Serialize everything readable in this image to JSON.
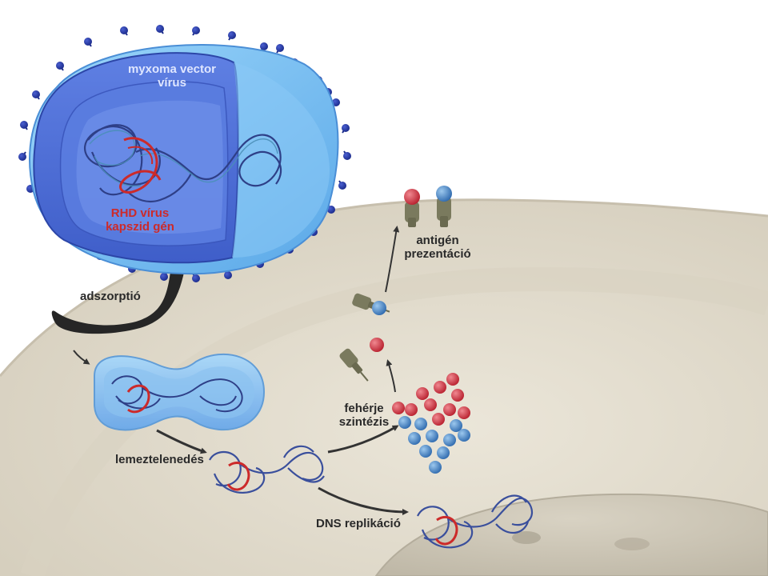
{
  "labels": {
    "virus": {
      "line1": "myxoma vector",
      "line2": "vírus"
    },
    "gene": {
      "line1": "RHD vírus",
      "line2": "kapszid gén"
    },
    "adsorption": "adszorptió",
    "uncoating": "lemeztelenedés",
    "protein_synthesis": {
      "line1": "fehérje",
      "line2": "szintézis"
    },
    "antigen_presentation": {
      "line1": "antigén",
      "line2": "prezentáció"
    },
    "dna_replication": "DNS replikáció"
  },
  "colors": {
    "cell_background": "#e2dccd",
    "nucleus": "#ccc6b6",
    "virus_body": "#4f6fd9",
    "virus_membrane": "#7ec4f2",
    "dna": "#3a4f9c",
    "gene_highlight": "#cc2a2a",
    "antigen_red": "#d23a48",
    "antigen_blue": "#4a88c9",
    "receptor": "#7a7a5e",
    "arrow": "#333333"
  }
}
